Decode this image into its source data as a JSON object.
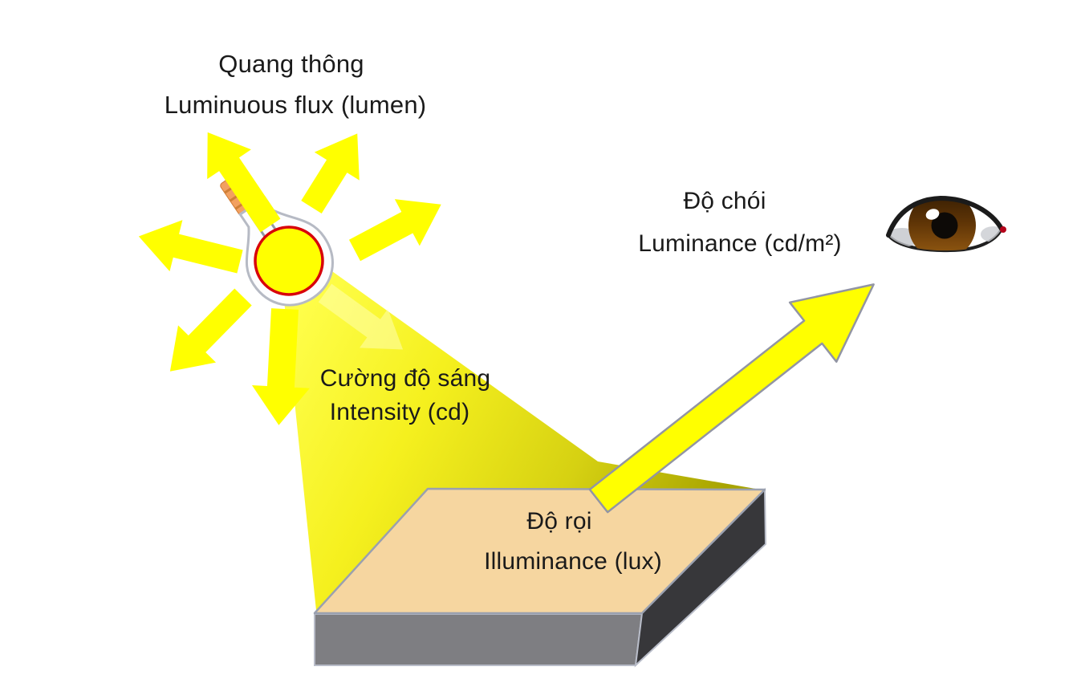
{
  "labels": {
    "luminous_flux": {
      "vi": "Quang thông",
      "en": "Luminuous flux (lumen)"
    },
    "luminance": {
      "vi": "Độ chói",
      "en": "Luminance (cd/m²)"
    },
    "intensity": {
      "vi": "Cường độ sáng",
      "en": "Intensity (cd)"
    },
    "illuminance": {
      "vi": "Độ rọi",
      "en": "Illuminance (lux)"
    }
  },
  "colors": {
    "background": "#ffffff",
    "arrow_yellow": "#ffff00",
    "cone_start": "#ffff4d",
    "cone_end": "#a8a400",
    "bulb_ring_red": "#d8000a",
    "socket_orange": "#f2a060",
    "surface_top_tan": "#f6d6a0",
    "surface_front_gray": "#7e7e82",
    "surface_side_dark": "#37373a",
    "arrow_outline_gray": "#9295a3",
    "iris_brown": "#7a4a0e",
    "text": "#1a1a1a"
  },
  "icons": {
    "light_bulb": "light-bulb-icon",
    "eye": "eye-icon"
  }
}
